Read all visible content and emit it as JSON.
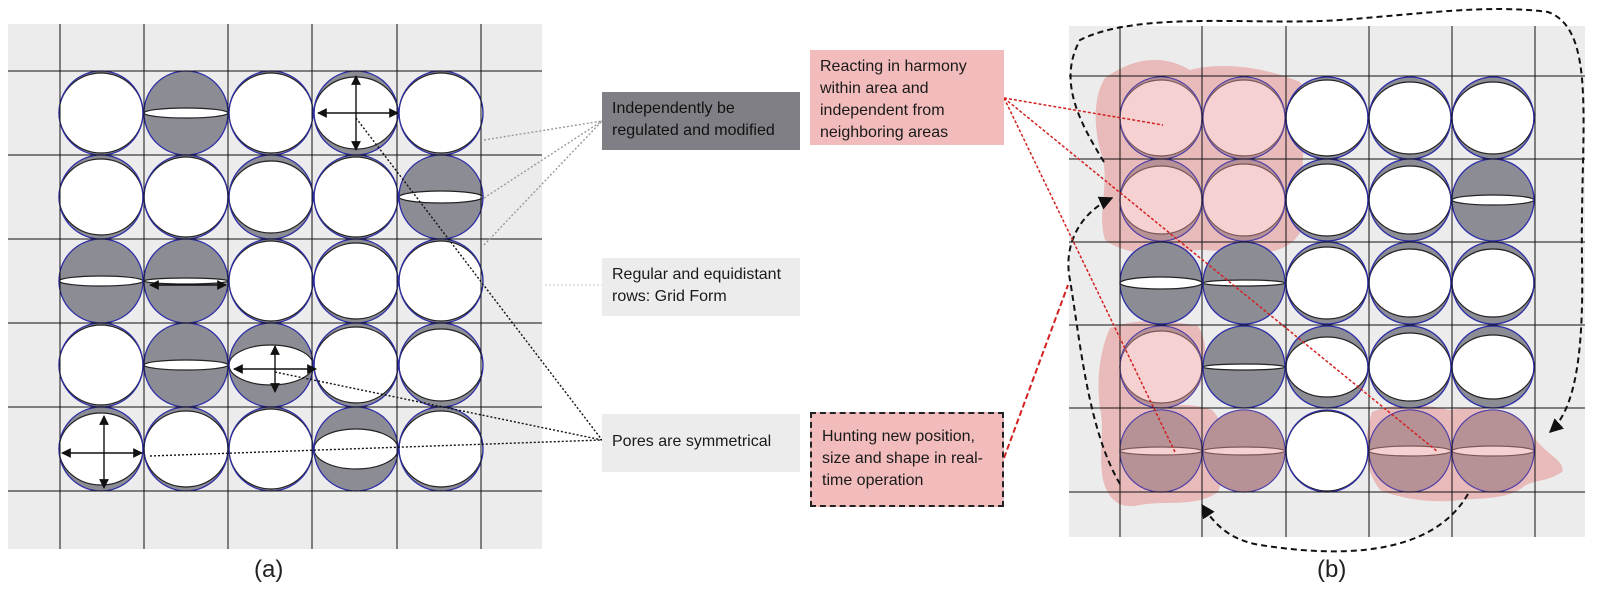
{
  "panel_a": {
    "caption": "(a)",
    "labels": {
      "regulated": "Independently be regulated and modified",
      "grid_form": "Regular and equidistant rows: Grid Form",
      "symmetrical": "Pores are symmetrical"
    }
  },
  "panel_b": {
    "caption": "(b)",
    "labels": {
      "harmony": "Reacting in harmony within area and independent from neighboring areas",
      "hunting": "Hunting new position, size and shape in real-time operation"
    }
  },
  "colors": {
    "grid_bg": "#ececec",
    "pore_fill": "#8c8c94",
    "pore_outline": "#2e2ea8",
    "highlight": "#e89a9a",
    "leader_red": "#d42020"
  }
}
